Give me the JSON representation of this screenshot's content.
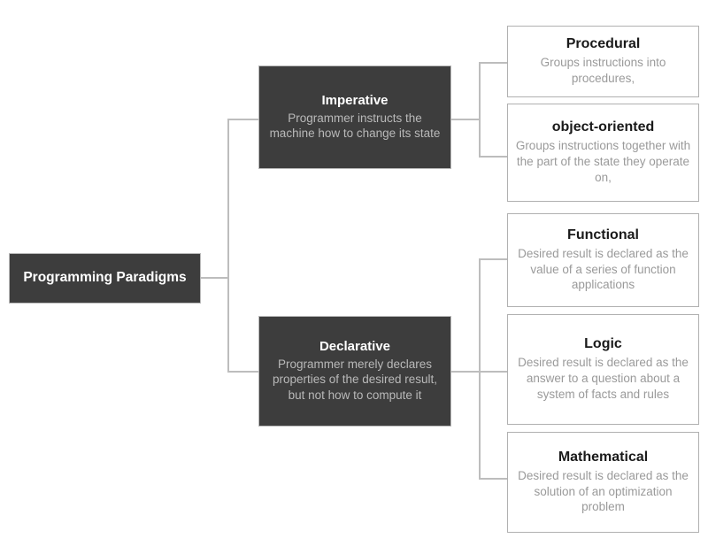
{
  "diagram": {
    "type": "tree",
    "orientation": "left-to-right",
    "title": "Programming Paradigms",
    "colors": {
      "background": "#ffffff",
      "node_dark_fill": "#3d3d3d",
      "node_dark_title": "#ffffff",
      "node_dark_desc": "#b9b9b9",
      "node_light_fill": "#ffffff",
      "node_light_border": "#b0b0b0",
      "node_light_title": "#1a1a1a",
      "node_light_desc": "#9a9a9a",
      "connector": "#bdbdbd"
    },
    "root": {
      "id": "programming-paradigms",
      "title": "Programming Paradigms",
      "desc": ""
    },
    "level1": [
      {
        "id": "imperative",
        "title": "Imperative",
        "desc": "Programmer instructs the machine how to change its state"
      },
      {
        "id": "declarative",
        "title": "Declarative",
        "desc": "Programmer merely declares properties of the desired result, but not how to compute it"
      }
    ],
    "level2": [
      {
        "id": "procedural",
        "parent": "imperative",
        "title": "Procedural",
        "desc": "Groups instructions into procedures,"
      },
      {
        "id": "object-oriented",
        "parent": "imperative",
        "title": "object-oriented",
        "desc": "Groups instructions together with the part of the state they operate on,"
      },
      {
        "id": "functional",
        "parent": "declarative",
        "title": "Functional",
        "desc": "Desired result is declared as the value of a series of function applications"
      },
      {
        "id": "logic",
        "parent": "declarative",
        "title": "Logic",
        "desc": "Desired result is declared as the answer to a question about a system of facts and rules"
      },
      {
        "id": "mathematical",
        "parent": "declarative",
        "title": "Mathematical",
        "desc": "Desired result is declared as the solution of an optimization problem"
      }
    ]
  }
}
